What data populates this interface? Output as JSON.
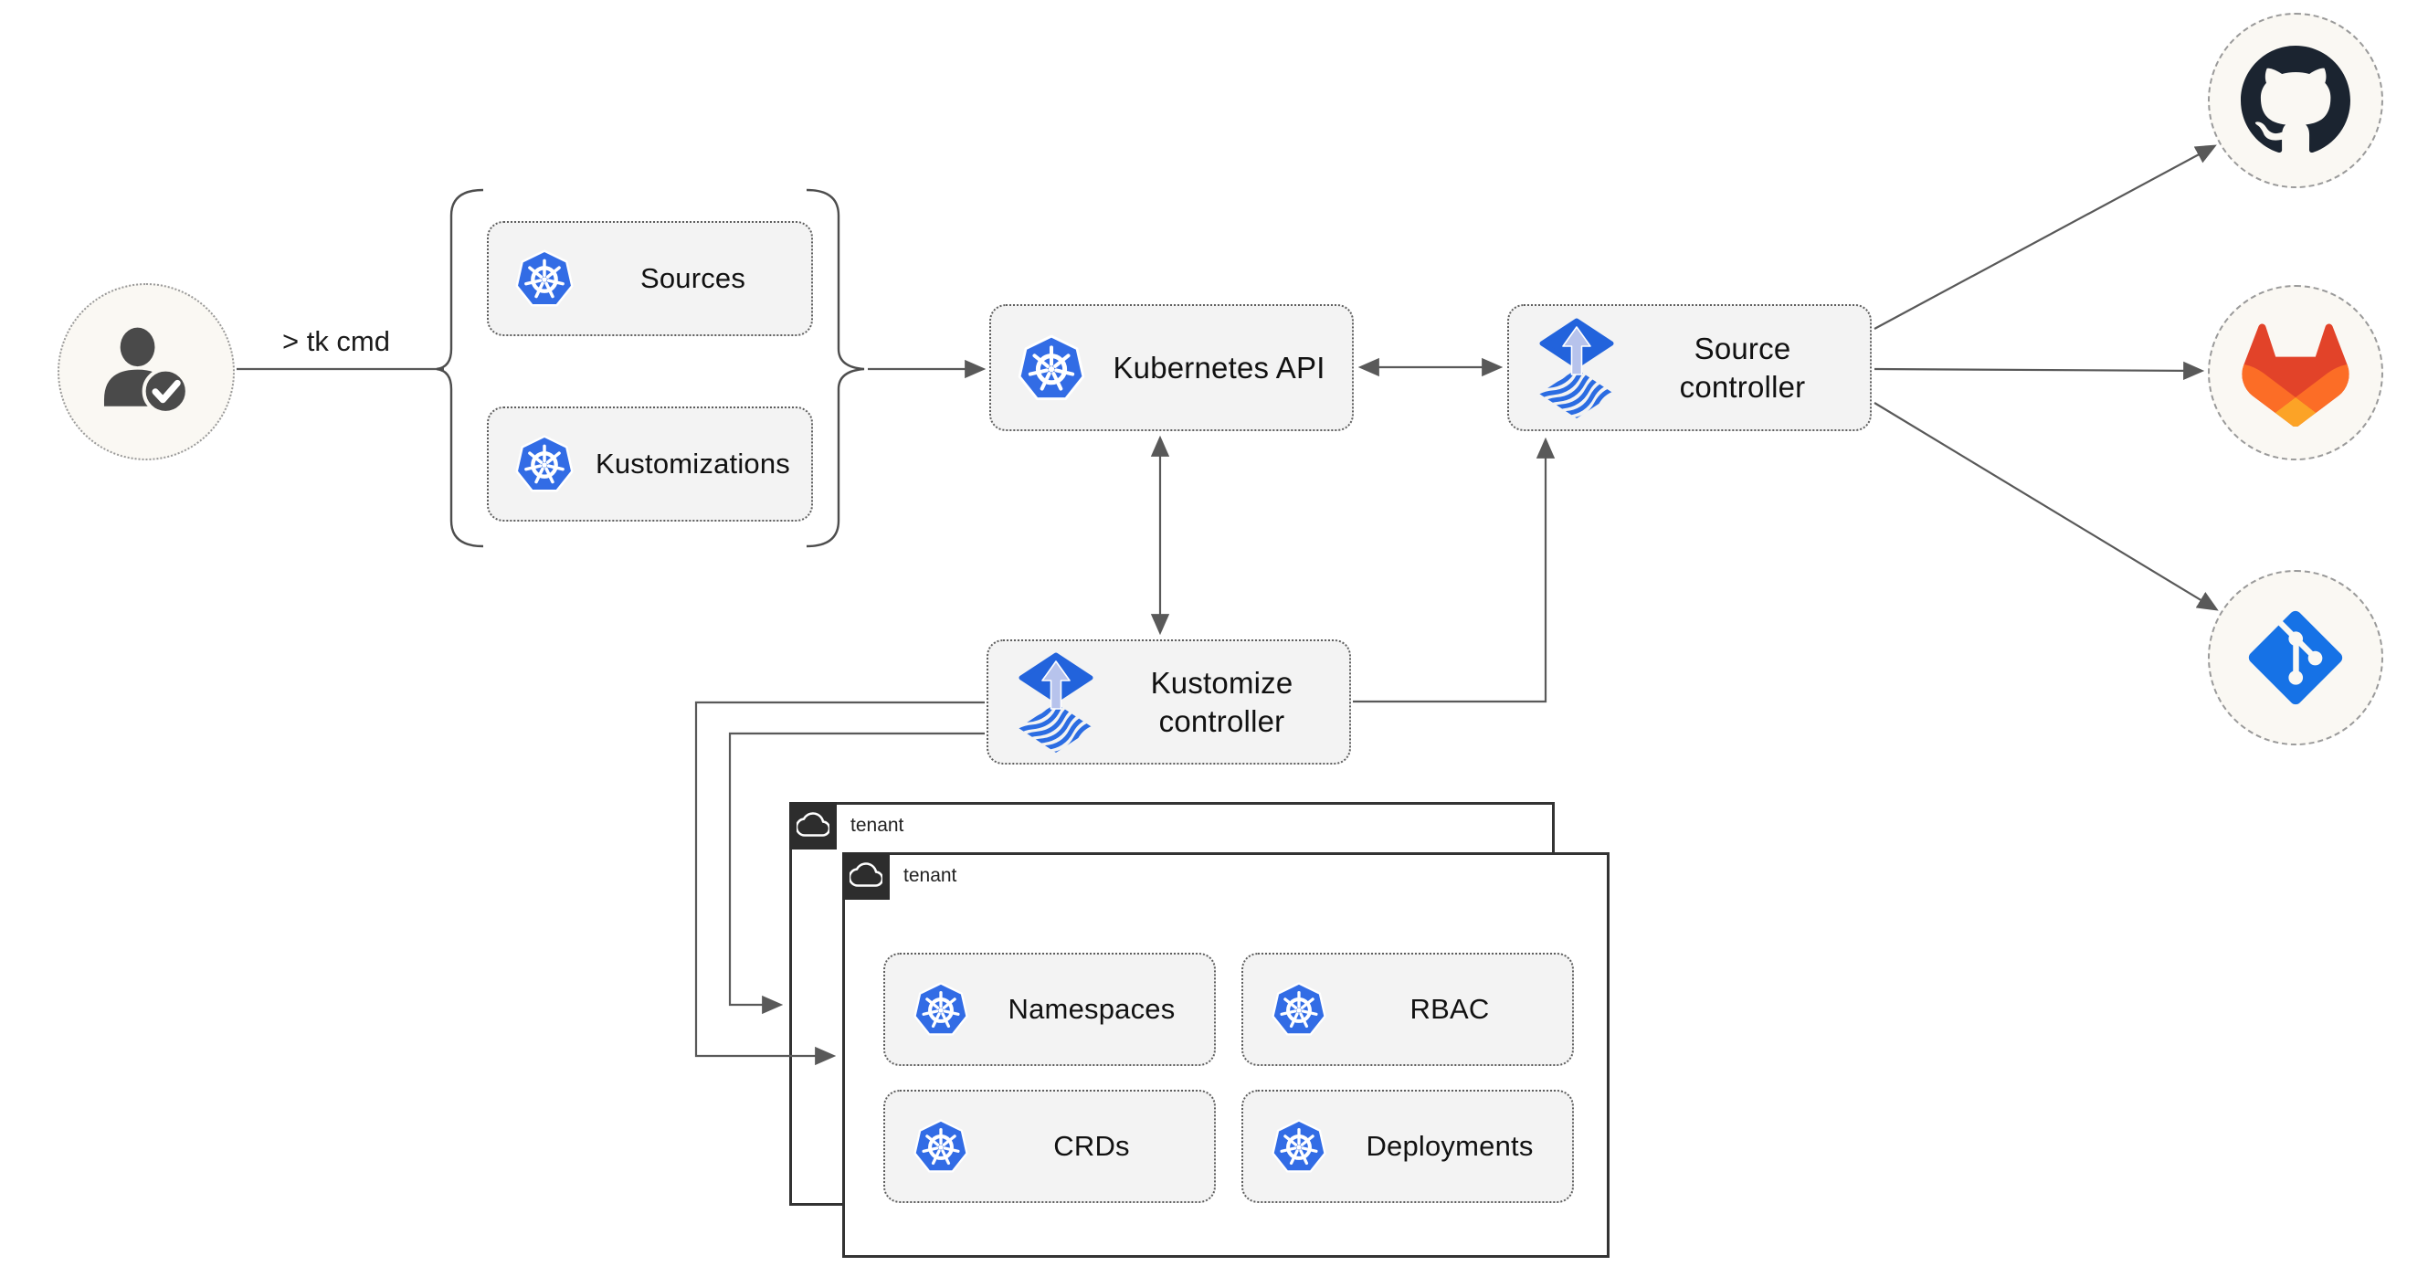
{
  "labels": {
    "cmd": "> tk cmd"
  },
  "nodes": {
    "sources": {
      "label": "Sources"
    },
    "kustomizations": {
      "label": "Kustomizations"
    },
    "kubernetes_api": {
      "label": "Kubernetes API"
    },
    "source_controller": {
      "label": "Source controller"
    },
    "kustomize_controller": {
      "label": "Kustomize controller"
    }
  },
  "tenants": {
    "back": {
      "label": "tenant"
    },
    "front": {
      "label": "tenant",
      "items": [
        {
          "label": "Namespaces"
        },
        {
          "label": "RBAC"
        },
        {
          "label": "CRDs"
        },
        {
          "label": "Deployments"
        }
      ]
    }
  },
  "providers": [
    {
      "id": "github"
    },
    {
      "id": "gitlab"
    },
    {
      "id": "git"
    }
  ],
  "icons": {
    "user": "user-with-check-icon",
    "kubernetes": "kubernetes-wheel-icon",
    "flux": "flux-icon",
    "cloud": "cloud-icon",
    "github": "github-icon",
    "gitlab": "gitlab-icon",
    "git": "git-icon"
  },
  "colors": {
    "kubernetes_blue": "#326ce5",
    "flux_blue": "#2263dc",
    "flux_arrow_light": "#b7c3ec",
    "github_dark": "#1b2430",
    "gitlab_red": "#e24329",
    "gitlab_orange": "#fc6d26",
    "gitlab_amber": "#fca326",
    "git_blue": "#1672e6",
    "connector_gray": "#595959",
    "node_fill": "#f3f3f3",
    "circle_fill": "#faf8f3",
    "tenant_border": "#333333"
  }
}
